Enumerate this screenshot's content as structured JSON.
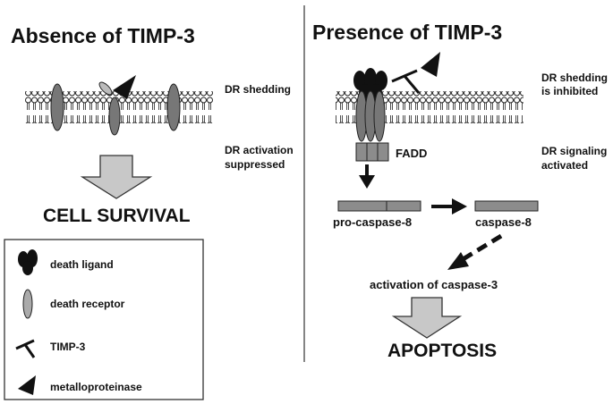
{
  "left_panel": {
    "title": "Absence of TIMP-3",
    "dr_shedding_label": "DR shedding",
    "dr_activation_label_1": "DR activation",
    "dr_activation_label_2": "suppressed",
    "outcome": "CELL SURVIVAL"
  },
  "right_panel": {
    "title": "Presence of TIMP-3",
    "dr_shedding_label_1": "DR shedding",
    "dr_shedding_label_2": "is inhibited",
    "fadd_label": "FADD",
    "dr_signaling_label_1": "DR signaling",
    "dr_signaling_label_2": "activated",
    "procaspase_label": "pro-caspase-8",
    "caspase_label": "caspase-8",
    "activation_label": "activation of caspase-3",
    "outcome": "APOPTOSIS"
  },
  "legend": {
    "items": [
      {
        "icon": "death-ligand-icon",
        "label": "death ligand"
      },
      {
        "icon": "death-receptor-icon",
        "label": "death receptor"
      },
      {
        "icon": "timp3-icon",
        "label": "TIMP-3"
      },
      {
        "icon": "metalloproteinase-icon",
        "label": "metalloproteinase"
      }
    ]
  },
  "colors": {
    "receptor": "#777777",
    "ligand": "#111111",
    "arrow_fill": "#c8c8c8",
    "bar_fill": "#8c8c8c"
  }
}
